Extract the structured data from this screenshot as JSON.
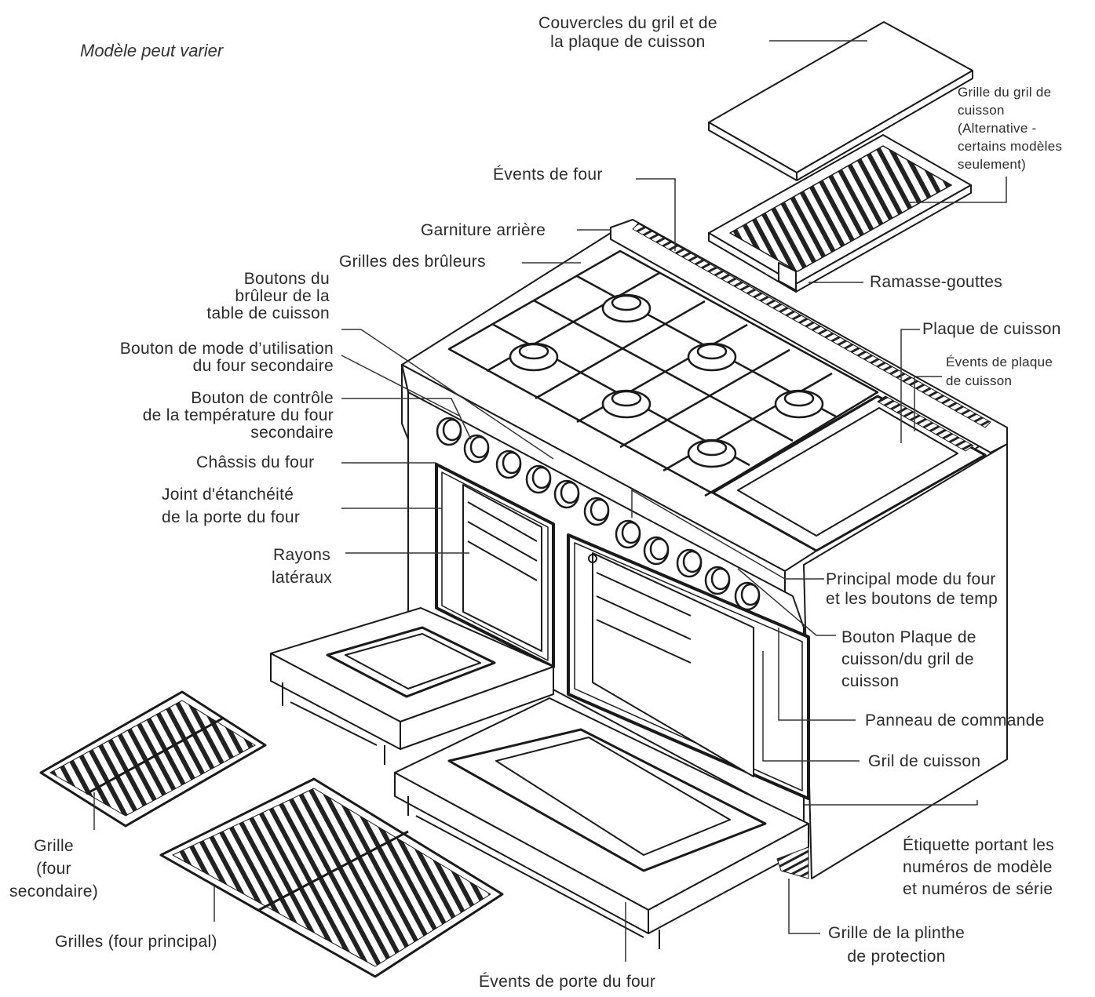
{
  "note": "Modèle peut varier",
  "labels": {
    "couvercles": "Couvercles du gril et de\nla plaque de cuisson",
    "grille_gril": "Grille du gril de\ncuisson\n(Alternative -\ncertains modèles\nseulement)",
    "events_four": "Évents de four",
    "garniture": "Garniture arrière",
    "grilles_bruleurs": "Grilles des brûleurs",
    "ramasse": "Ramasse-gouttes",
    "boutons_bruleur": "Boutons du\nbrûleur de la\ntable de cuisson",
    "plaque": "Plaque de cuisson",
    "events_plaque": "Évents de plaque\nde cuisson",
    "mode_secondaire": "Bouton de mode d’utilisation\ndu four secondaire",
    "temp_secondaire": "Bouton de contrôle\nde la température du four\nsecondaire",
    "chassis": "Châssis du four",
    "joint": "Joint d'étanchéité\nde la porte du four",
    "rayons": "Rayons\nlatéraux",
    "principal_mode": "Principal mode du four\net les boutons de temp",
    "bouton_plaque": "Bouton Plaque de\ncuisson/du gril de\ncuisson",
    "panneau": "Panneau de commande",
    "gril_cuisson": "Gril de cuisson",
    "etiquette": "Étiquette portant les\nnuméros de modèle\net numéros de série",
    "grille_secondaire": "Grille\n(four\nsecondaire)",
    "grilles_principal": "Grilles (four principal)",
    "plinthe": "Grille de la plinthe\nde protection",
    "events_porte": "Évents de porte du four"
  }
}
